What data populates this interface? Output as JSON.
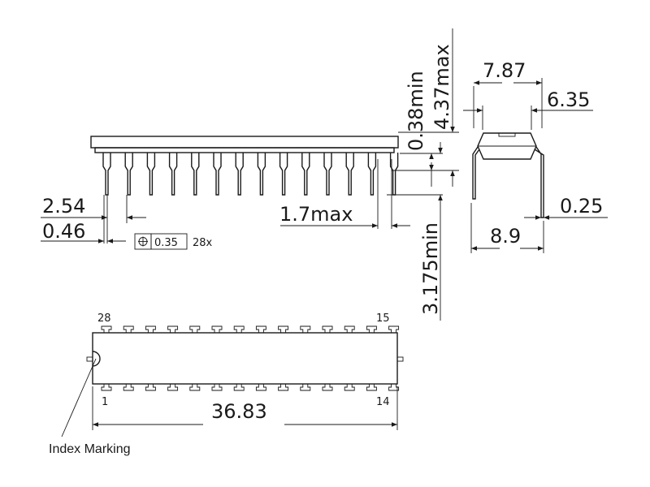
{
  "dimensions": {
    "pitch": "2.54",
    "lead_width": "0.46",
    "body_gap_max": "1.7max",
    "seat_min": "0.38min",
    "height_max": "4.37max",
    "lead_length_min": "3.175min",
    "lead_span": "7.87",
    "body_width": "6.35",
    "lead_thickness": "0.25",
    "overall_span": "8.9",
    "body_length": "36.83"
  },
  "tolerance": {
    "value": "0.35",
    "count": "28x"
  },
  "pins": {
    "top_left": "28",
    "top_right": "15",
    "bottom_left": "1",
    "bottom_right": "14"
  },
  "labels": {
    "index_marking": "Index Marking"
  }
}
